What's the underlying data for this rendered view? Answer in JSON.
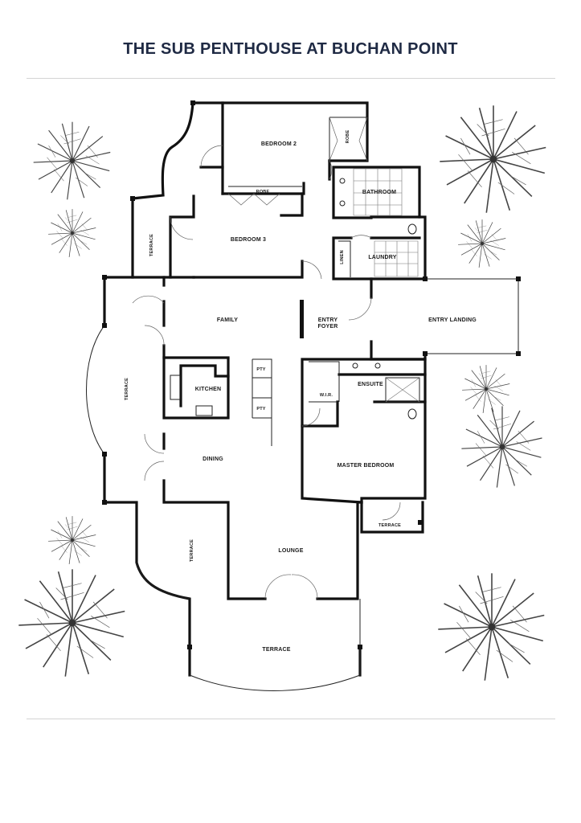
{
  "title": "THE SUB PENTHOUSE AT BUCHAN POINT",
  "colors": {
    "title": "#1f2a44",
    "walls": "#111111",
    "rule": "#d4d4d4"
  },
  "rooms": {
    "bedroom2": "BEDROOM 2",
    "robe_bed2": "ROBE",
    "bathroom": "BATHROOM",
    "robe_bed3": "ROBE",
    "bedroom3": "BEDROOM 3",
    "terrace_upper": "TERRACE",
    "linen": "LINEN",
    "laundry": "LAUNDRY",
    "family": "FAMILY",
    "entry_foyer_line1": "ENTRY",
    "entry_foyer_line2": "FOYER",
    "entry_landing": "ENTRY LANDING",
    "terrace_left": "TERRACE",
    "pty_upper": "PTY",
    "kitchen": "KITCHEN",
    "pty_lower": "PTY",
    "ensuite": "ENSUITE",
    "wir": "W.I.R.",
    "dining": "DINING",
    "master_bedroom": "MASTER BEDROOM",
    "terrace_master": "TERRACE",
    "terrace_lower_left": "TERRACE",
    "lounge": "LOUNGE",
    "terrace_bottom": "TERRACE"
  },
  "decor": [
    "palm-tree-icon",
    "palm-tree-icon",
    "palm-tree-icon",
    "palm-tree-icon",
    "palm-tree-icon",
    "palm-tree-icon",
    "palm-tree-icon",
    "palm-tree-icon",
    "palm-tree-icon",
    "palm-tree-icon"
  ]
}
